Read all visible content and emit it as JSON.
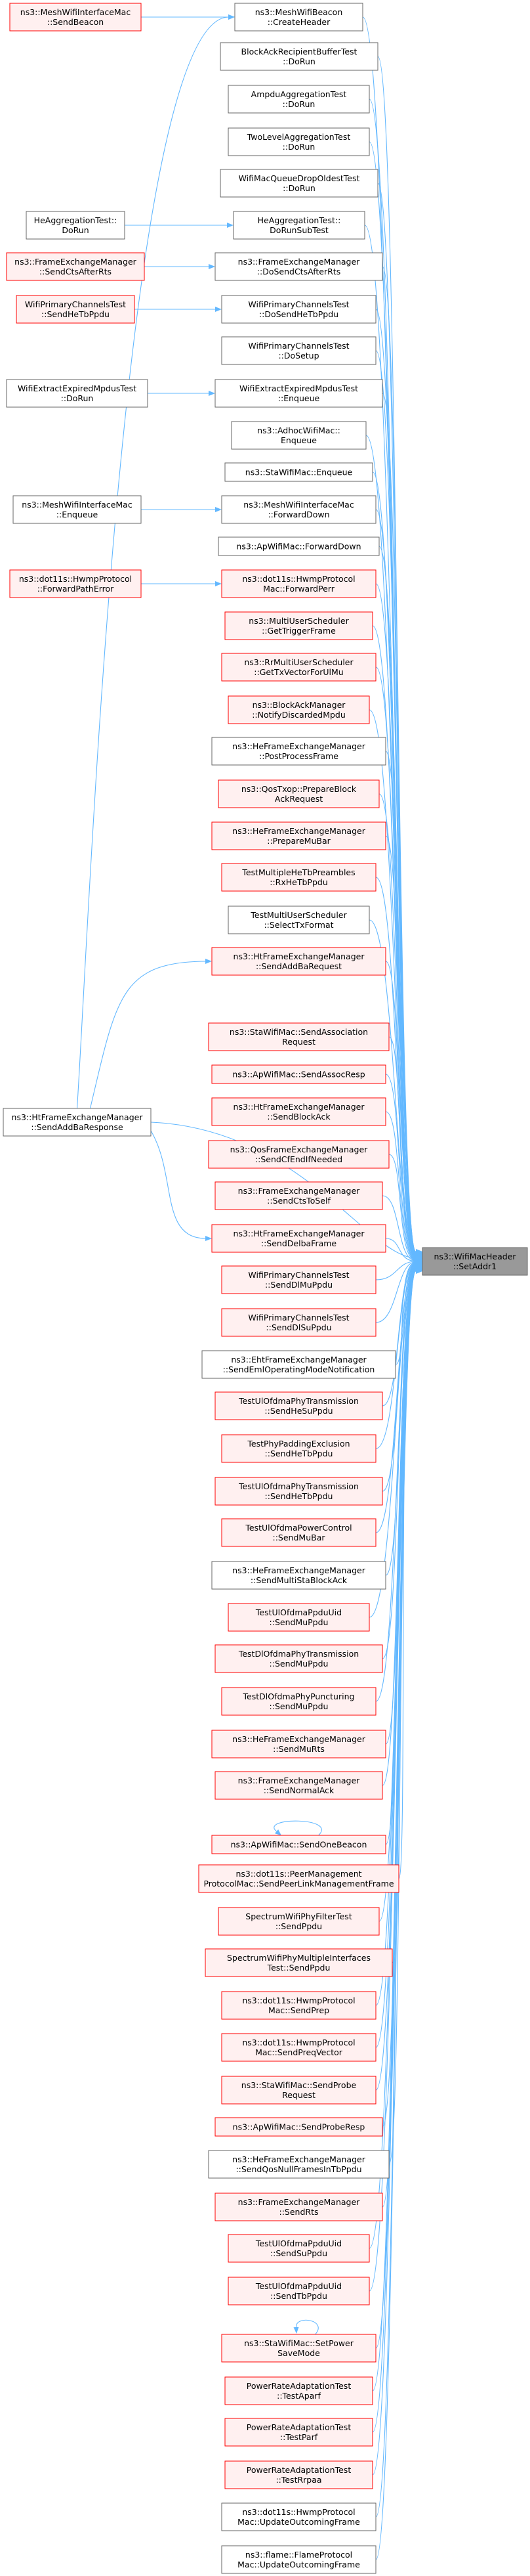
{
  "target": {
    "lines": [
      "ns3::WifiMacHeader",
      "::SetAddr1"
    ]
  },
  "colors": {
    "edge": "#63b8ff",
    "box_black_border": "#666666",
    "box_red_border": "#ff0000",
    "box_red_fill": "#fff0f0",
    "target_fill": "#999999",
    "target_border": "#666666"
  },
  "nodes": [
    {
      "id": "meshbeacon",
      "lines": [
        "ns3::MeshWifiBeacon",
        "::CreateHeader"
      ],
      "style": "black"
    },
    {
      "id": "blockackbuf",
      "lines": [
        "BlockAckRecipientBufferTest",
        "::DoRun"
      ],
      "style": "black"
    },
    {
      "id": "ampduagg",
      "lines": [
        "AmpduAggregationTest",
        "::DoRun"
      ],
      "style": "black"
    },
    {
      "id": "twolevel",
      "lines": [
        "TwoLevelAggregationTest",
        "::DoRun"
      ],
      "style": "black"
    },
    {
      "id": "wifimacqueue",
      "lines": [
        "WifiMacQueueDropOldestTest",
        "::DoRun"
      ],
      "style": "black"
    },
    {
      "id": "heaggsub",
      "lines": [
        "HeAggregationTest::",
        "DoRunSubTest"
      ],
      "style": "black"
    },
    {
      "id": "femdosend",
      "lines": [
        "ns3::FrameExchangeManager",
        "::DoSendCtsAfterRts"
      ],
      "style": "black"
    },
    {
      "id": "wpcdosend",
      "lines": [
        "WifiPrimaryChannelsTest",
        "::DoSendHeTbPpdu"
      ],
      "style": "black"
    },
    {
      "id": "wpcsetup",
      "lines": [
        "WifiPrimaryChannelsTest",
        "::DoSetup"
      ],
      "style": "black"
    },
    {
      "id": "wifiextractenq",
      "lines": [
        "WifiExtractExpiredMpdusTest",
        "::Enqueue"
      ],
      "style": "black"
    },
    {
      "id": "adhocenq",
      "lines": [
        "ns3::AdhocWifiMac::",
        "Enqueue"
      ],
      "style": "black"
    },
    {
      "id": "staenq",
      "lines": [
        "ns3::StaWifiMac::Enqueue"
      ],
      "style": "black"
    },
    {
      "id": "meshfwd",
      "lines": [
        "ns3::MeshWifiInterfaceMac",
        "::ForwardDown"
      ],
      "style": "black"
    },
    {
      "id": "apfwd",
      "lines": [
        "ns3::ApWifiMac::ForwardDown"
      ],
      "style": "black"
    },
    {
      "id": "hwmpfwd",
      "lines": [
        "ns3::dot11s::HwmpProtocol",
        "Mac::ForwardPerr"
      ],
      "style": "red"
    },
    {
      "id": "mususched",
      "lines": [
        "ns3::MultiUserScheduler",
        "::GetTriggerFrame"
      ],
      "style": "red"
    },
    {
      "id": "rrmu",
      "lines": [
        "ns3::RrMultiUserScheduler",
        "::GetTxVectorForUlMu"
      ],
      "style": "red"
    },
    {
      "id": "blockackmgr",
      "lines": [
        "ns3::BlockAckManager",
        "::NotifyDiscardedMpdu"
      ],
      "style": "red"
    },
    {
      "id": "hefempost",
      "lines": [
        "ns3::HeFrameExchangeManager",
        "::PostProcessFrame"
      ],
      "style": "black"
    },
    {
      "id": "qostxop",
      "lines": [
        "ns3::QosTxop::PrepareBlock",
        "AckRequest"
      ],
      "style": "red"
    },
    {
      "id": "hefemprep",
      "lines": [
        "ns3::HeFrameExchangeManager",
        "::PrepareMuBar"
      ],
      "style": "red"
    },
    {
      "id": "testmultihe",
      "lines": [
        "TestMultipleHeTbPreambles",
        "::RxHeTbPpdu"
      ],
      "style": "red"
    },
    {
      "id": "testmusel",
      "lines": [
        "TestMultiUserScheduler",
        "::SelectTxFormat"
      ],
      "style": "black"
    },
    {
      "id": "htfemaddba",
      "lines": [
        "ns3::HtFrameExchangeManager",
        "::SendAddBaRequest"
      ],
      "style": "red"
    },
    {
      "id": "staassoc",
      "lines": [
        "ns3::StaWifiMac::SendAssociation",
        "Request"
      ],
      "style": "red"
    },
    {
      "id": "apassoc",
      "lines": [
        "ns3::ApWifiMac::SendAssocResp"
      ],
      "style": "red"
    },
    {
      "id": "htfemblock",
      "lines": [
        "ns3::HtFrameExchangeManager",
        "::SendBlockAck"
      ],
      "style": "red"
    },
    {
      "id": "qosfemcfend",
      "lines": [
        "ns3::QosFrameExchangeManager",
        "::SendCfEndIfNeeded"
      ],
      "style": "red"
    },
    {
      "id": "femctsself",
      "lines": [
        "ns3::FrameExchangeManager",
        "::SendCtsToSelf"
      ],
      "style": "red"
    },
    {
      "id": "htfemdelba",
      "lines": [
        "ns3::HtFrameExchangeManager",
        "::SendDelbaFrame"
      ],
      "style": "red"
    },
    {
      "id": "wpcdlmu",
      "lines": [
        "WifiPrimaryChannelsTest",
        "::SendDlMuPpdu"
      ],
      "style": "red"
    },
    {
      "id": "wpcdlsu",
      "lines": [
        "WifiPrimaryChannelsTest",
        "::SendDlSuPpdu"
      ],
      "style": "red"
    },
    {
      "id": "ehtfememlsr",
      "lines": [
        "ns3::EhtFrameExchangeManager",
        "::SendEmlOperatingModeNotification"
      ],
      "style": "black"
    },
    {
      "id": "testulofdmhesu",
      "lines": [
        "TestUlOfdmaPhyTransmission",
        "::SendHeSuPpdu"
      ],
      "style": "red"
    },
    {
      "id": "testphypad",
      "lines": [
        "TestPhyPaddingExclusion",
        "::SendHeTbPpdu"
      ],
      "style": "red"
    },
    {
      "id": "testulofdmhetb",
      "lines": [
        "TestUlOfdmaPhyTransmission",
        "::SendHeTbPpdu"
      ],
      "style": "red"
    },
    {
      "id": "testulpower",
      "lines": [
        "TestUlOfdmaPowerControl",
        "::SendMuBar"
      ],
      "style": "red"
    },
    {
      "id": "hefemmultista",
      "lines": [
        "ns3::HeFrameExchangeManager",
        "::SendMultiStaBlockAck"
      ],
      "style": "black"
    },
    {
      "id": "testulppduuid",
      "lines": [
        "TestUlOfdmaPpduUid",
        "::SendMuPpdu"
      ],
      "style": "red"
    },
    {
      "id": "testdlofdmmu",
      "lines": [
        "TestDlOfdmaPhyTransmission",
        "::SendMuPpdu"
      ],
      "style": "red"
    },
    {
      "id": "testdlpunct",
      "lines": [
        "TestDlOfdmaPhyPuncturing",
        "::SendMuPpdu"
      ],
      "style": "red"
    },
    {
      "id": "hefemmurts",
      "lines": [
        "ns3::HeFrameExchangeManager",
        "::SendMuRts"
      ],
      "style": "red"
    },
    {
      "id": "femnormalack",
      "lines": [
        "ns3::FrameExchangeManager",
        "::SendNormalAck"
      ],
      "style": "red"
    },
    {
      "id": "aponebeacon",
      "lines": [
        "ns3::ApWifiMac::SendOneBeacon"
      ],
      "style": "red"
    },
    {
      "id": "peerlink",
      "lines": [
        "ns3::dot11s::PeerManagement",
        "ProtocolMac::SendPeerLinkManagementFrame"
      ],
      "style": "red"
    },
    {
      "id": "spectrumfilter",
      "lines": [
        "SpectrumWifiPhyFilterTest",
        "::SendPpdu"
      ],
      "style": "red"
    },
    {
      "id": "spectrummulti",
      "lines": [
        "SpectrumWifiPhyMultipleInterfaces",
        "Test::SendPpdu"
      ],
      "style": "red"
    },
    {
      "id": "hwmpprep",
      "lines": [
        "ns3::dot11s::HwmpProtocol",
        "Mac::SendPrep"
      ],
      "style": "red"
    },
    {
      "id": "hwmppreq",
      "lines": [
        "ns3::dot11s::HwmpProtocol",
        "Mac::SendPreqVector"
      ],
      "style": "red"
    },
    {
      "id": "staprobe",
      "lines": [
        "ns3::StaWifiMac::SendProbe",
        "Request"
      ],
      "style": "red"
    },
    {
      "id": "approbe",
      "lines": [
        "ns3::ApWifiMac::SendProbeResp"
      ],
      "style": "red"
    },
    {
      "id": "hefemqosnull",
      "lines": [
        "ns3::HeFrameExchangeManager",
        "::SendQosNullFramesInTbPpdu"
      ],
      "style": "black"
    },
    {
      "id": "femrts",
      "lines": [
        "ns3::FrameExchangeManager",
        "::SendRts"
      ],
      "style": "red"
    },
    {
      "id": "testulsu",
      "lines": [
        "TestUlOfdmaPpduUid",
        "::SendSuPpdu"
      ],
      "style": "red"
    },
    {
      "id": "testultb",
      "lines": [
        "TestUlOfdmaPpduUid",
        "::SendTbPpdu"
      ],
      "style": "red"
    },
    {
      "id": "stapower",
      "lines": [
        "ns3::StaWifiMac::SetPower",
        "SaveMode"
      ],
      "style": "red"
    },
    {
      "id": "patAparf",
      "lines": [
        "PowerRateAdaptationTest",
        "::TestAparf"
      ],
      "style": "red"
    },
    {
      "id": "patParf",
      "lines": [
        "PowerRateAdaptationTest",
        "::TestParf"
      ],
      "style": "red"
    },
    {
      "id": "patRrpaa",
      "lines": [
        "PowerRateAdaptationTest",
        "::TestRrpaa"
      ],
      "style": "red"
    },
    {
      "id": "hwmpupdate",
      "lines": [
        "ns3::dot11s::HwmpProtocol",
        "Mac::UpdateOutcomingFrame"
      ],
      "style": "black"
    },
    {
      "id": "flameupdate",
      "lines": [
        "ns3::flame::FlameProtocol",
        "Mac::UpdateOutcomingFrame"
      ],
      "style": "black"
    },
    {
      "id": "meshsendbeacon",
      "lines": [
        "ns3::MeshWifiInterfaceMac",
        "::SendBeacon"
      ],
      "style": "red"
    },
    {
      "id": "heaggdorun",
      "lines": [
        "HeAggregationTest::",
        "DoRun"
      ],
      "style": "black"
    },
    {
      "id": "femsendcts",
      "lines": [
        "ns3::FrameExchangeManager",
        "::SendCtsAfterRts"
      ],
      "style": "red"
    },
    {
      "id": "wpcsendhetb",
      "lines": [
        "WifiPrimaryChannelsTest",
        "::SendHeTbPpdu"
      ],
      "style": "red"
    },
    {
      "id": "wifiextractdorun",
      "lines": [
        "WifiExtractExpiredMpdusTest",
        "::DoRun"
      ],
      "style": "black"
    },
    {
      "id": "meshenq",
      "lines": [
        "ns3::MeshWifiInterfaceMac",
        "::Enqueue"
      ],
      "style": "black"
    },
    {
      "id": "hwmpfwdperr",
      "lines": [
        "ns3::dot11s::HwmpProtocol",
        "::ForwardPathError"
      ],
      "style": "red"
    },
    {
      "id": "htfemaddbaresp",
      "lines": [
        "ns3::HtFrameExchangeManager",
        "::SendAddBaResponse"
      ],
      "style": "black"
    }
  ]
}
